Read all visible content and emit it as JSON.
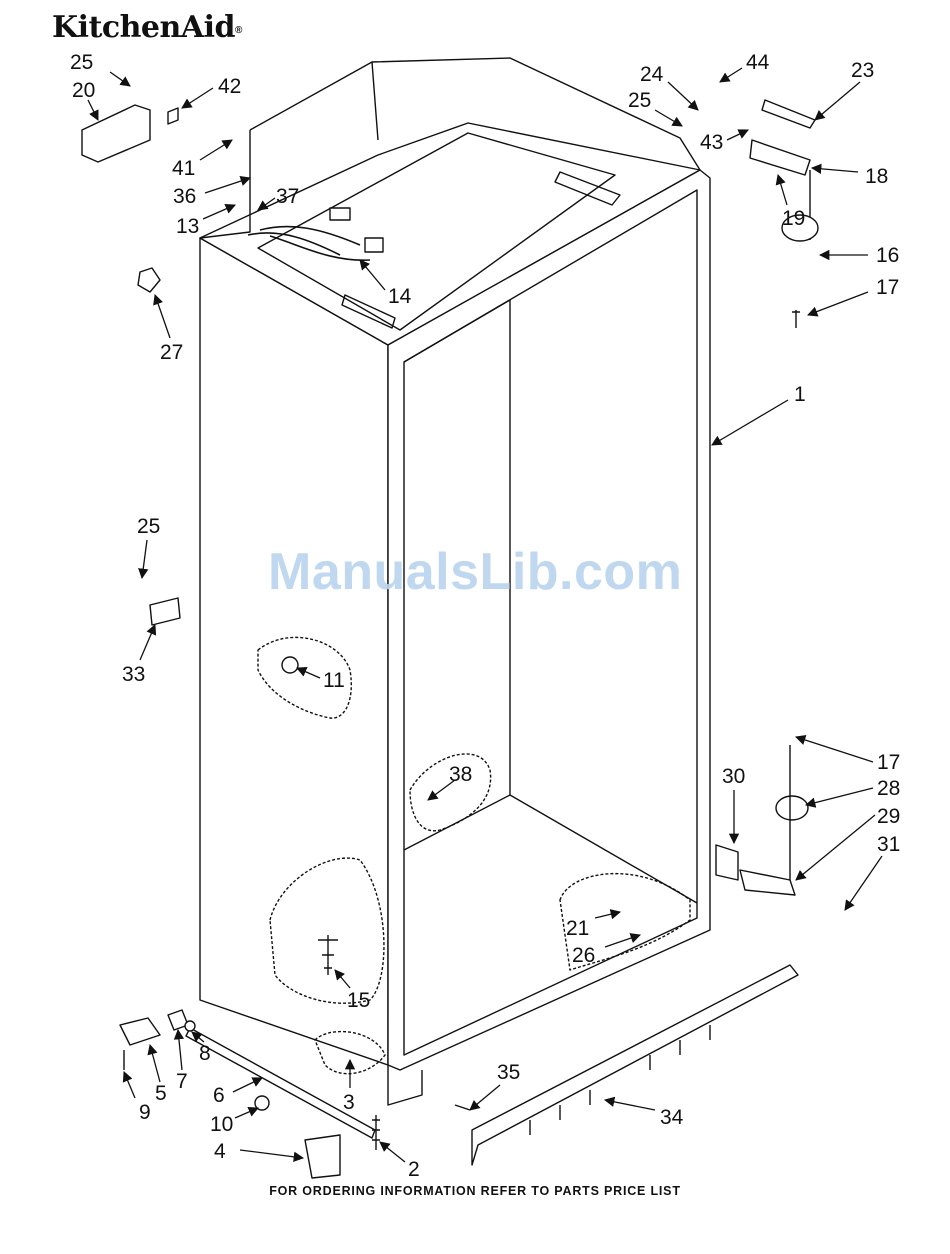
{
  "brand": {
    "name": "KitchenAid",
    "mark": "®"
  },
  "watermark": "ManualsLib.com",
  "footer": "FOR ORDERING INFORMATION REFER TO PARTS PRICE LIST",
  "callouts": [
    "25",
    "20",
    "42",
    "41",
    "36",
    "37",
    "13",
    "14",
    "27",
    "24",
    "44",
    "23",
    "25",
    "43",
    "18",
    "19",
    "16",
    "17",
    "1",
    "25",
    "33",
    "11",
    "38",
    "17",
    "30",
    "28",
    "29",
    "31",
    "21",
    "26",
    "15",
    "35",
    "34",
    "9",
    "5",
    "7",
    "8",
    "6",
    "10",
    "3",
    "4",
    "2"
  ]
}
